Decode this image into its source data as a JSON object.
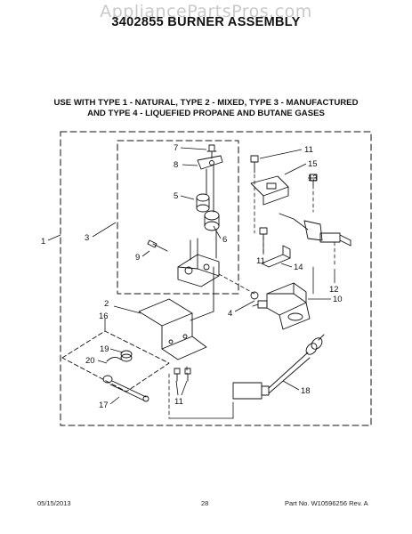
{
  "header": {
    "watermark": "AppliancePartsPros.com",
    "title": "3402855 BURNER ASSEMBLY"
  },
  "usage": {
    "line1": "USE WITH TYPE 1 - NATURAL, TYPE 2 - MIXED, TYPE 3 - MANUFACTURED",
    "line2": "AND TYPE 4 - LIQUEFIED PROPANE AND BUTANE GASES"
  },
  "callouts": {
    "c1": "1",
    "c2": "2",
    "c3": "3",
    "c4": "4",
    "c5": "5",
    "c6": "6",
    "c7": "7",
    "c8": "8",
    "c9": "9",
    "c10": "10",
    "c11a": "11",
    "c11b": "11",
    "c11c": "11",
    "c12": "12",
    "c13": "13",
    "c14": "14",
    "c15": "15",
    "c16": "16",
    "c17": "17",
    "c18": "18",
    "c19": "19",
    "c20": "20"
  },
  "footer": {
    "date": "05/15/2013",
    "page": "28",
    "part": "Part No.  W10596256  Rev. A"
  }
}
